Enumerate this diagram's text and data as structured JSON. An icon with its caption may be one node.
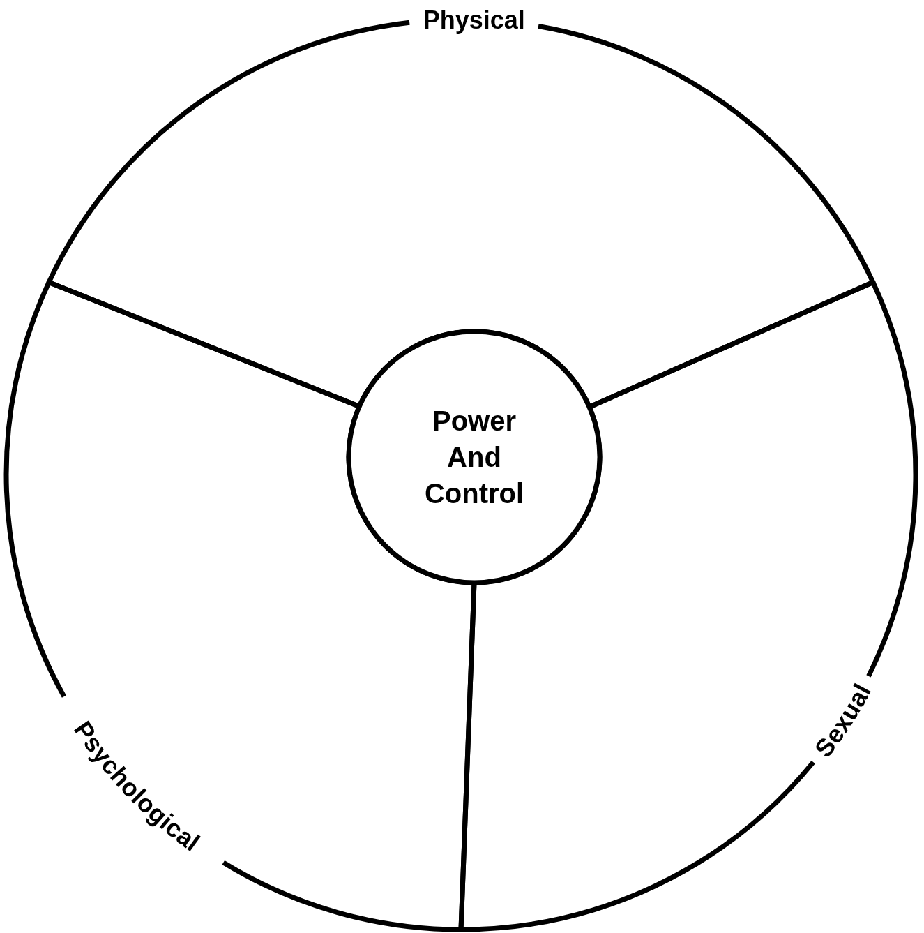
{
  "diagram": {
    "nodes": [
      {
        "text": [
          "Physical"
        ]
      },
      {
        "text": [
          "Sexual"
        ]
      },
      {
        "text": [
          "Psychological"
        ]
      },
      {
        "text": [
          "Power And Control"
        ]
      }
    ],
    "edges": []
  }
}
